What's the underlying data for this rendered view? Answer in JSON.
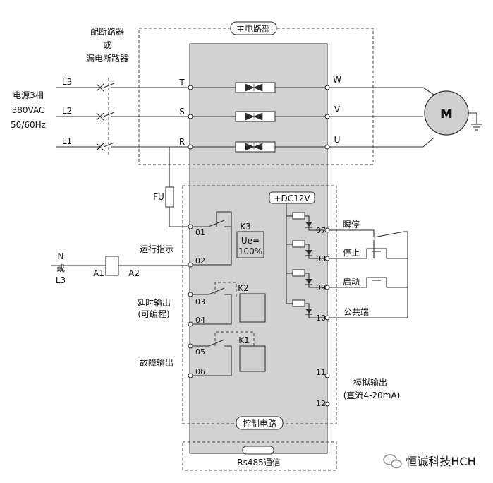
{
  "sections": {
    "main_circuit": "主电路部",
    "control_circuit": "控制电路",
    "comm": "Rs485通信"
  },
  "breaker": {
    "line1": "配断路器",
    "line2": "或",
    "line3": "漏电断路器"
  },
  "power": {
    "line1": "电源3相",
    "line2": "380VAC",
    "line3": "50/60Hz"
  },
  "phases": [
    "L3",
    "L2",
    "L1"
  ],
  "input_terminals": [
    "T",
    "S",
    "R"
  ],
  "output_terminals": [
    "W",
    "V",
    "U"
  ],
  "motor": "M",
  "fuse": "FU",
  "supply": {
    "n": "N",
    "or": "或",
    "l3": "L3"
  },
  "coil": {
    "a1": "A1",
    "a2": "A2"
  },
  "relays": {
    "k3": "K3",
    "k2": "K2",
    "k1": "K1",
    "ue_line1": "Ue=",
    "ue_line2": "100%"
  },
  "dc": "+DC12V",
  "left_terminals": [
    "01",
    "02",
    "03",
    "04",
    "05",
    "06"
  ],
  "right_terminals": [
    "07",
    "08",
    "09",
    "10",
    "11",
    "12"
  ],
  "left_labels": {
    "run_indicator": "运行指示",
    "delay_line1": "延时输出",
    "delay_line2": "(可编程)",
    "fault": "故障输出"
  },
  "right_labels": {
    "instant_stop": "瞬停",
    "stop": "停止",
    "start": "启动",
    "common": "公共端",
    "analog_line1": "模拟输出",
    "analog_line2": "(直流4-20mA)"
  },
  "watermark": "恒诚科技HCH"
}
